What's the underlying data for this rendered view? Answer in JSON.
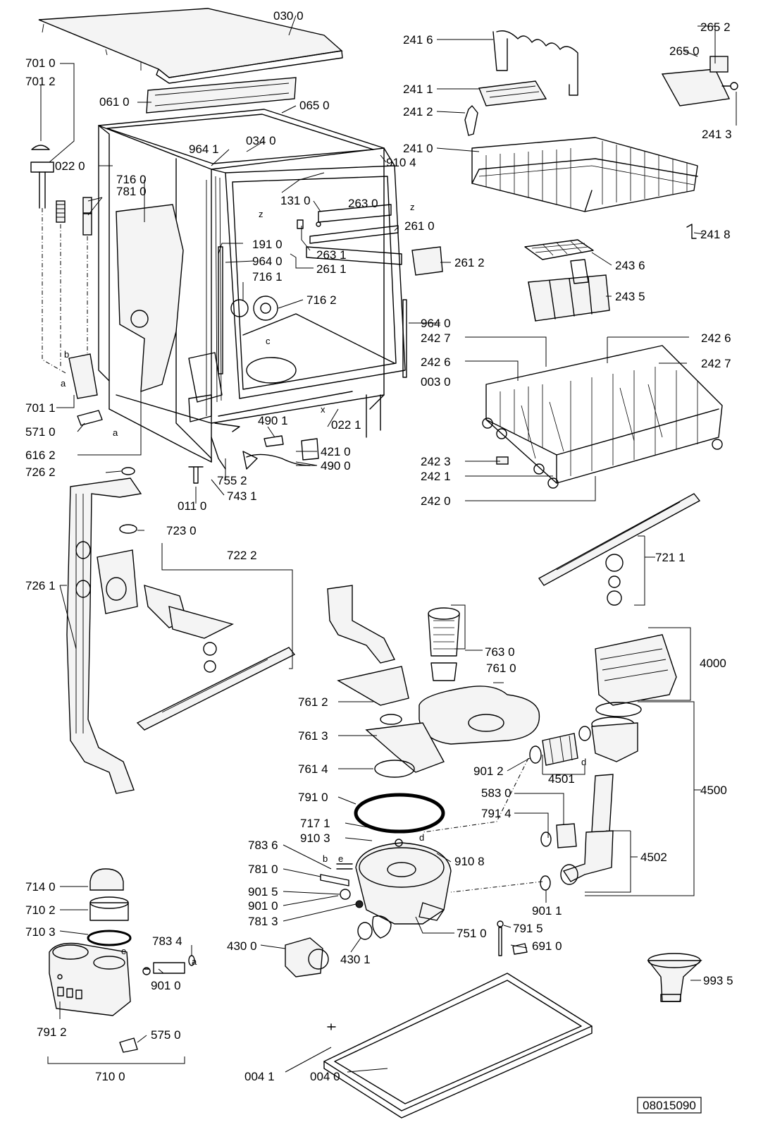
{
  "diagram_code": "08015090",
  "letters": {
    "a": "a",
    "b": "b",
    "c": "c",
    "d": "d",
    "e": "e",
    "x": "x",
    "z": "z"
  },
  "labels": {
    "p0300": "030 0",
    "p7010": "701 0",
    "p7012": "701 2",
    "p0610": "061 0",
    "p0650": "065 0",
    "p0340": "034 0",
    "p0220": "022 0",
    "p9641": "964 1",
    "p9104": "910 4",
    "p7160": "716 0",
    "p7810": "781 0",
    "p1310": "131 0",
    "p2630": "263 0",
    "p2610": "261 0",
    "p1910": "191 0",
    "p9640a": "964 0",
    "p2631": "263 1",
    "p2611": "261 1",
    "p2612": "261 2",
    "p7161": "716 1",
    "p7162": "716 2",
    "p9640b": "964 0",
    "p7011": "701 1",
    "p5710": "571 0",
    "p6162": "616 2",
    "p4901": "490 1",
    "p0221": "022 1",
    "p4210": "421 0",
    "p4900": "490 0",
    "p7262": "726 2",
    "p7552": "755 2",
    "p7431": "743 1",
    "p0110": "011 0",
    "p7230": "723 0",
    "p7222": "722 2",
    "p7261": "726 1",
    "p2416": "241 6",
    "p2652": "265 2",
    "p2650": "265 0",
    "p2411": "241 1",
    "p2412": "241 2",
    "p2413": "241 3",
    "p2410": "241 0",
    "p2418": "241 8",
    "p2436": "243 6",
    "p2435": "243 5",
    "p2427a": "242 7",
    "p2426a": "242 6",
    "p2426b": "242 6",
    "p2427b": "242 7",
    "p0030": "003 0",
    "p2423": "242 3",
    "p2421": "242 1",
    "p2420": "242 0",
    "p7211": "721 1",
    "p7630": "763 0",
    "p7610": "761 0",
    "p4000": "4000",
    "p7612": "761 2",
    "p7613": "761 3",
    "p7614": "761 4",
    "p9012": "901 2",
    "p4501": "4501",
    "p4500": "4500",
    "p7910": "791 0",
    "p5830": "583 0",
    "p7914": "791 4",
    "p7171": "717 1",
    "p9103": "910 3",
    "p9108": "910 8",
    "p4502": "4502",
    "p7836": "783 6",
    "p7810b": "781 0",
    "p9015": "901 5",
    "p9010": "901 0",
    "p7813": "781 3",
    "p9011": "901 1",
    "p4300": "430 0",
    "p4301": "430 1",
    "p7510": "751 0",
    "p7915": "791 5",
    "p6910": "691 0",
    "p7140": "714 0",
    "p7102": "710 2",
    "p7103": "710 3",
    "p7834": "783 4",
    "p9010b": "901 0",
    "p7912": "791 2",
    "p5750": "575 0",
    "p7100": "710 0",
    "p9935": "993 5",
    "p0041": "004 1",
    "p0040": "004 0"
  }
}
